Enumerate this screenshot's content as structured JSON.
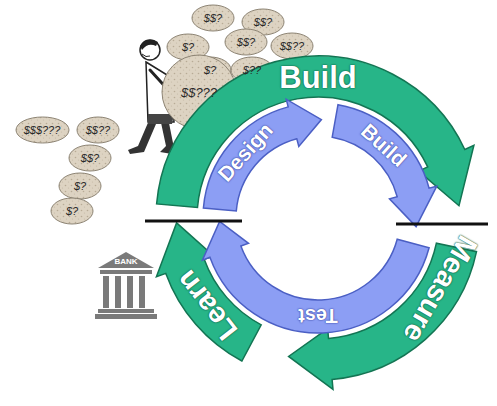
{
  "diagram": {
    "nodes": [
      {
        "text": [
          "$$?"
        ]
      },
      {
        "text": [
          "$$?"
        ]
      },
      {
        "text": [
          "$?"
        ]
      },
      {
        "text": [
          "$$?"
        ]
      },
      {
        "text": [
          "$$??"
        ]
      },
      {
        "text": [
          "$?"
        ]
      },
      {
        "text": [
          "$??"
        ]
      },
      {
        "text": [
          "$$???"
        ]
      },
      {
        "text": [
          "$$$???"
        ]
      },
      {
        "text": [
          "$$??"
        ]
      },
      {
        "text": [
          "$$?"
        ]
      },
      {
        "text": [
          "$?"
        ]
      },
      {
        "text": [
          "$?"
        ]
      },
      {
        "text": [
          "Build"
        ]
      },
      {
        "text": [
          "Measure"
        ]
      },
      {
        "text": [
          "Learn"
        ]
      },
      {
        "text": [
          "Design"
        ]
      },
      {
        "text": [
          "Build"
        ]
      },
      {
        "text": [
          "Test"
        ]
      }
    ],
    "labels": [
      "BANK"
    ]
  }
}
